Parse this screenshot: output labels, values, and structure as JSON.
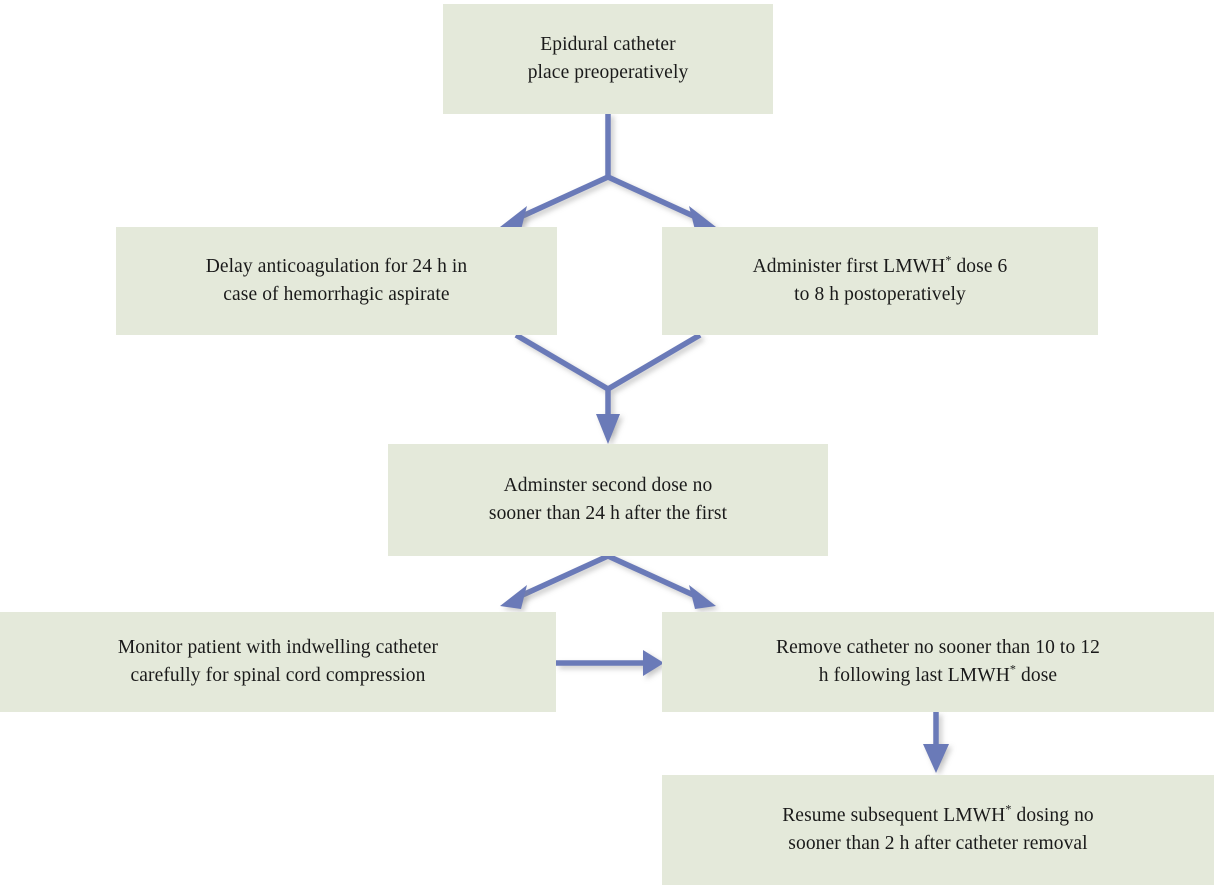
{
  "diagram": {
    "title": "Epidural catheter and LMWH anticoagulation management flowchart",
    "type": "flowchart",
    "orientation": "top-to-bottom",
    "colors": {
      "node_fill": "#e4e9da",
      "connector": "#6b7ab8",
      "text": "#1a1a1a",
      "background": "#ffffff"
    },
    "footnote_marker": "*",
    "nodes": [
      {
        "id": "n1",
        "name": "epidural-catheter-placement",
        "line1": "Epidural catheter",
        "line2": "place preoperatively",
        "text": "Epidural catheter\nplace preoperatively",
        "has_superscript": false
      },
      {
        "id": "n2",
        "name": "delay-anticoagulation",
        "line1": "Delay anticoagulation for 24 h in",
        "line2": "case of hemorrhagic aspirate",
        "text": "Delay anticoagulation for 24 h in\ncase of hemorrhagic aspirate",
        "has_superscript": false
      },
      {
        "id": "n3",
        "name": "administer-first-lmwh-dose",
        "line1_before": "Administer first LMWH",
        "line1_after": " dose 6",
        "line2": "to 8 h postoperatively",
        "text": "Administer first LMWH* dose 6\nto 8 h postoperatively",
        "has_superscript": true
      },
      {
        "id": "n4",
        "name": "administer-second-dose",
        "line1": "Adminster second dose no",
        "line2": "sooner than 24 h after the first",
        "text": "Adminster second dose no\nsooner than 24 h after the first",
        "has_superscript": false
      },
      {
        "id": "n5",
        "name": "monitor-patient",
        "line1": "Monitor patient with indwelling catheter",
        "line2": "carefully for spinal cord compression",
        "text": "Monitor patient with indwelling catheter\ncarefully for spinal cord compression",
        "has_superscript": false
      },
      {
        "id": "n6",
        "name": "remove-catheter",
        "line1_before": "Remove catheter no sooner than 10 to 12",
        "line2_before": "h following last LMWH",
        "line2_after": " dose",
        "text": "Remove catheter no sooner than 10 to 12\nh following last LMWH* dose",
        "has_superscript": true
      },
      {
        "id": "n7",
        "name": "resume-lmwh-dosing",
        "line1_before": "Resume subsequent LMWH",
        "line1_after": " dosing no",
        "line2": "sooner than 2 h after catheter removal",
        "text": "Resume subsequent LMWH* dosing no\nsooner than 2 h after catheter removal",
        "has_superscript": true
      }
    ],
    "edges": [
      {
        "name": "edge-n1-to-n2",
        "from": "n1",
        "to": "n2",
        "style": "split-branch-arrow"
      },
      {
        "name": "edge-n1-to-n3",
        "from": "n1",
        "to": "n3",
        "style": "split-branch-arrow"
      },
      {
        "name": "edge-n2-to-n4",
        "from": "n2",
        "to": "n4",
        "style": "merge-branch"
      },
      {
        "name": "edge-n3-to-n4",
        "from": "n3",
        "to": "n4",
        "style": "merge-branch-arrow"
      },
      {
        "name": "edge-n4-to-n5",
        "from": "n4",
        "to": "n5",
        "style": "split-branch-arrow"
      },
      {
        "name": "edge-n4-to-n6",
        "from": "n4",
        "to": "n6",
        "style": "split-branch-arrow"
      },
      {
        "name": "edge-n5-to-n6",
        "from": "n5",
        "to": "n6",
        "style": "horizontal-arrow"
      },
      {
        "name": "edge-n6-to-n7",
        "from": "n6",
        "to": "n7",
        "style": "vertical-arrow"
      }
    ]
  }
}
